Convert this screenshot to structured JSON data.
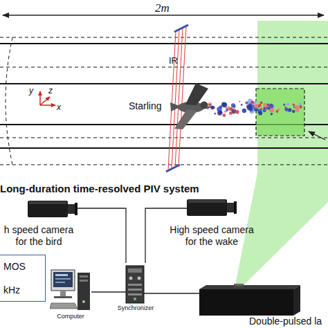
{
  "diagram": {
    "nodes": [
      {
        "text": [
          "h speed camera for the bird"
        ]
      },
      {
        "text": [
          "High speed camera for the wake"
        ]
      },
      {
        "text": [
          "MOS",
          "kHz"
        ]
      },
      {
        "text": [
          "Computer"
        ]
      },
      {
        "text": [
          "Synchronizer"
        ]
      },
      {
        "text": [
          "Double-pulsed la"
        ]
      }
    ],
    "edges": [
      {
        "from": 0,
        "to": 4,
        "arrow": "none"
      },
      {
        "from": 1,
        "to": 4,
        "arrow": "none"
      },
      {
        "from": 3,
        "to": 4,
        "arrow": "none"
      },
      {
        "from": 4,
        "to": 5,
        "arrow": "none"
      }
    ],
    "labels": [
      "2m",
      "IR",
      "y",
      "z",
      "x",
      "Starling",
      "Long-duration time-resolved PIV system"
    ]
  }
}
